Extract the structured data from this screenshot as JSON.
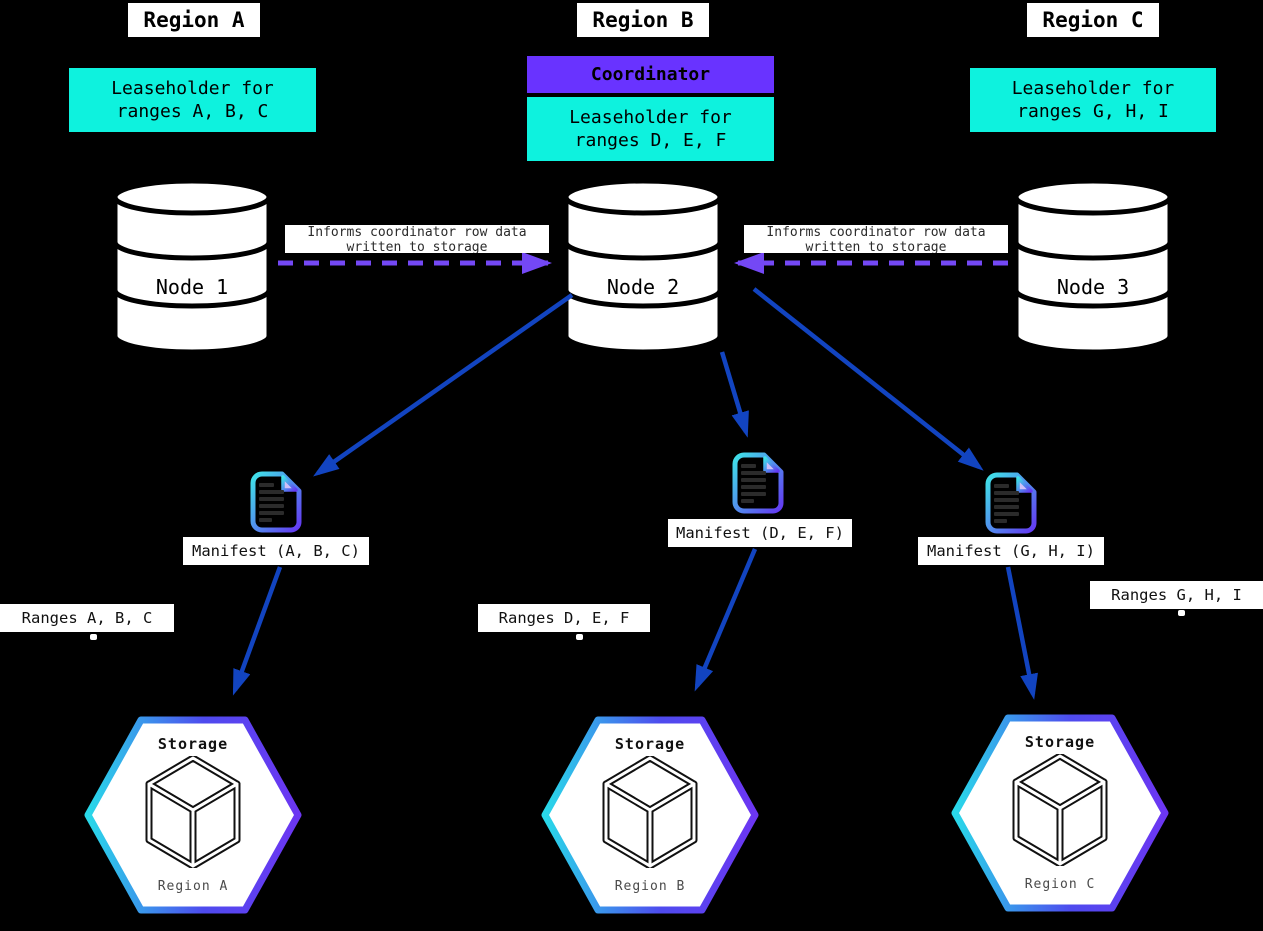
{
  "regions": [
    {
      "header": "Region A",
      "leaseholder": "Leaseholder for\nranges A, B, C",
      "node": "Node 1",
      "manifest": "Manifest (A, B, C)",
      "ranges": "Ranges A, B, C",
      "storage": {
        "title": "Storage",
        "region": "Region A"
      }
    },
    {
      "header": "Region B",
      "coordinator": "Coordinator",
      "leaseholder": "Leaseholder for\nranges D, E, F",
      "node": "Node 2",
      "manifest": "Manifest (D, E, F)",
      "ranges": "Ranges D, E, F",
      "storage": {
        "title": "Storage",
        "region": "Region B"
      }
    },
    {
      "header": "Region C",
      "leaseholder": "Leaseholder for\nranges G, H, I",
      "node": "Node 3",
      "manifest": "Manifest (G, H, I)",
      "ranges": "Ranges G, H, I",
      "storage": {
        "title": "Storage",
        "region": "Region C"
      }
    }
  ],
  "annotations": {
    "informs": "Informs coordinator row data\nwritten to storage"
  },
  "colors": {
    "background": "#000000",
    "leaseholder_cyan": "#0ef2de",
    "coordinator_purple": "#6933ff",
    "arrow_blue": "#1244c0",
    "arrow_purple_dashed": "#7448f5",
    "icon_gradient_start": "#3fe3e8",
    "icon_gradient_end": "#6438f2"
  }
}
